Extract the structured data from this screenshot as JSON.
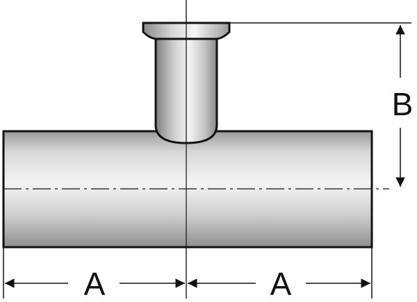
{
  "drawing": {
    "dimensions": {
      "a_left": "A",
      "a_right": "A",
      "b": "B"
    },
    "colors": {
      "outline": "#111111",
      "pipe_dark": "#8a8a8a",
      "pipe_light": "#f2f2f2",
      "dim_line": "#111111"
    }
  }
}
